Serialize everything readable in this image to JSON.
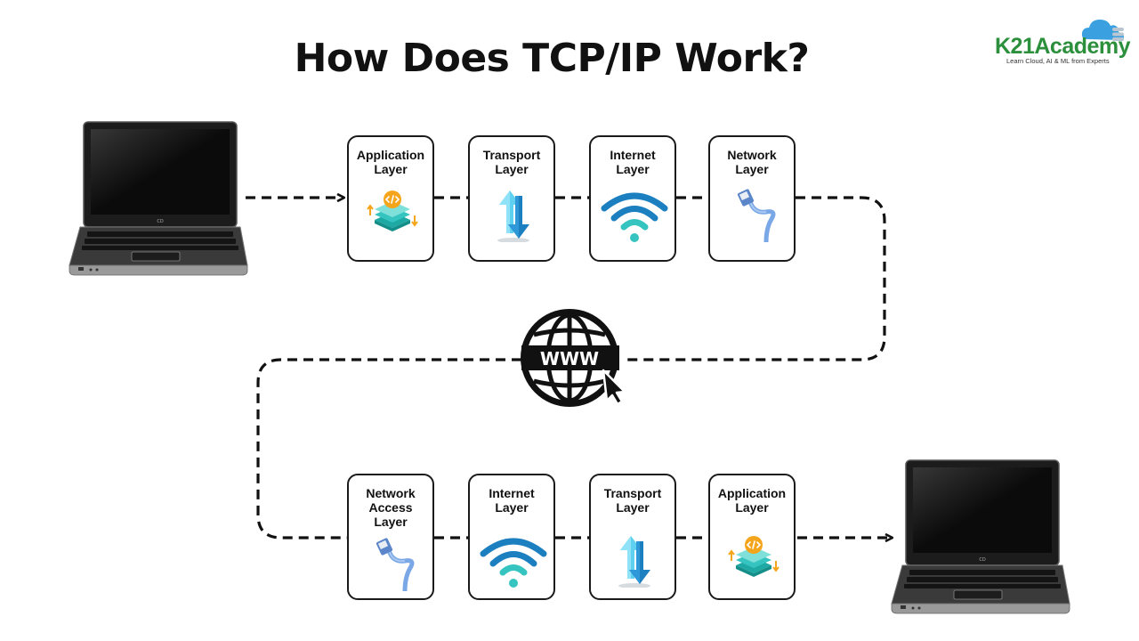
{
  "title": "How Does TCP/IP Work?",
  "brand": {
    "name": "K21Academy",
    "tagline": "Learn Cloud, AI & ML from Experts",
    "color": "#2b8f3c",
    "cloud_color": "#3aa0e0"
  },
  "globe": {
    "label": "WWW",
    "icon": "globe-icon"
  },
  "sender_row": [
    {
      "lines": [
        "Application",
        "Layer"
      ],
      "icon": "code-layers-icon"
    },
    {
      "lines": [
        "Transport",
        "Layer"
      ],
      "icon": "transfer-arrows-icon"
    },
    {
      "lines": [
        "Internet",
        "Layer"
      ],
      "icon": "wifi-icon"
    },
    {
      "lines": [
        "Network",
        "Layer"
      ],
      "icon": "ethernet-cable-icon"
    }
  ],
  "receiver_row": [
    {
      "lines": [
        "Network",
        "Access",
        "Layer"
      ],
      "icon": "ethernet-cable-icon"
    },
    {
      "lines": [
        "Internet",
        "Layer"
      ],
      "icon": "wifi-icon"
    },
    {
      "lines": [
        "Transport",
        "Layer"
      ],
      "icon": "transfer-arrows-icon"
    },
    {
      "lines": [
        "Application",
        "Layer"
      ],
      "icon": "code-layers-icon"
    }
  ],
  "laptop_logo": "CD",
  "colors": {
    "line": "#111111",
    "teal": "#35c4c0",
    "blue": "#1c7fc0",
    "orange": "#f5a51c",
    "cable": "#7aa7e6"
  }
}
